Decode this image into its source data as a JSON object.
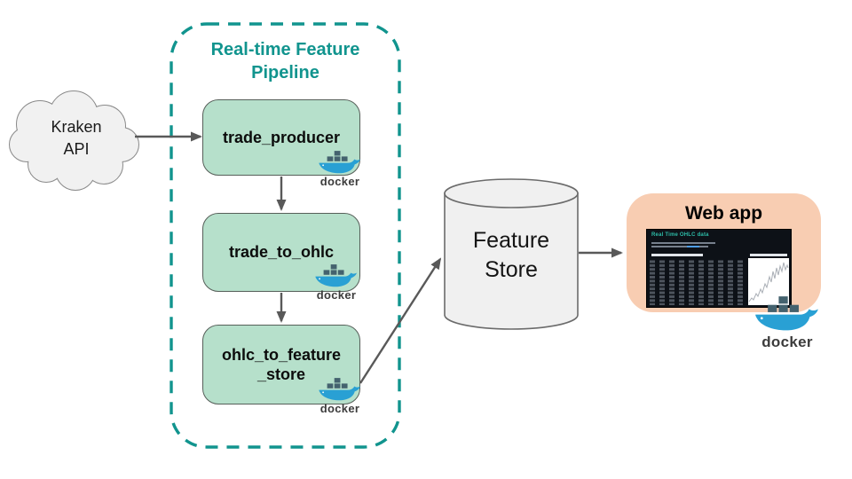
{
  "cloud": {
    "line1": "Kraken",
    "line2": "API"
  },
  "pipeline": {
    "title_line1": "Real-time Feature",
    "title_line2": "Pipeline"
  },
  "services": [
    {
      "label": "trade_producer"
    },
    {
      "label": "trade_to_ohlc"
    },
    {
      "label_line1": "ohlc_to_feature",
      "label_line2": "_store"
    }
  ],
  "feature_store": {
    "line1": "Feature",
    "line2": "Store"
  },
  "webapp": {
    "title": "Web app",
    "screenshot": {
      "title": "Real Time OHLC data"
    }
  },
  "docker": {
    "label": "docker"
  },
  "colors": {
    "teal_accent": "#11948e",
    "service_fill": "#b6e0cb",
    "service_border": "#565f59",
    "cloud_fill": "#f1f1f1",
    "store_fill": "#f0f0f0",
    "webapp_fill": "#f8cdb2",
    "arrow": "#595959",
    "docker_blue": "#29a0d4",
    "docker_container": "#44626e",
    "screenshot_bg": "#0d1117",
    "screenshot_accent": "#2dbca8"
  }
}
